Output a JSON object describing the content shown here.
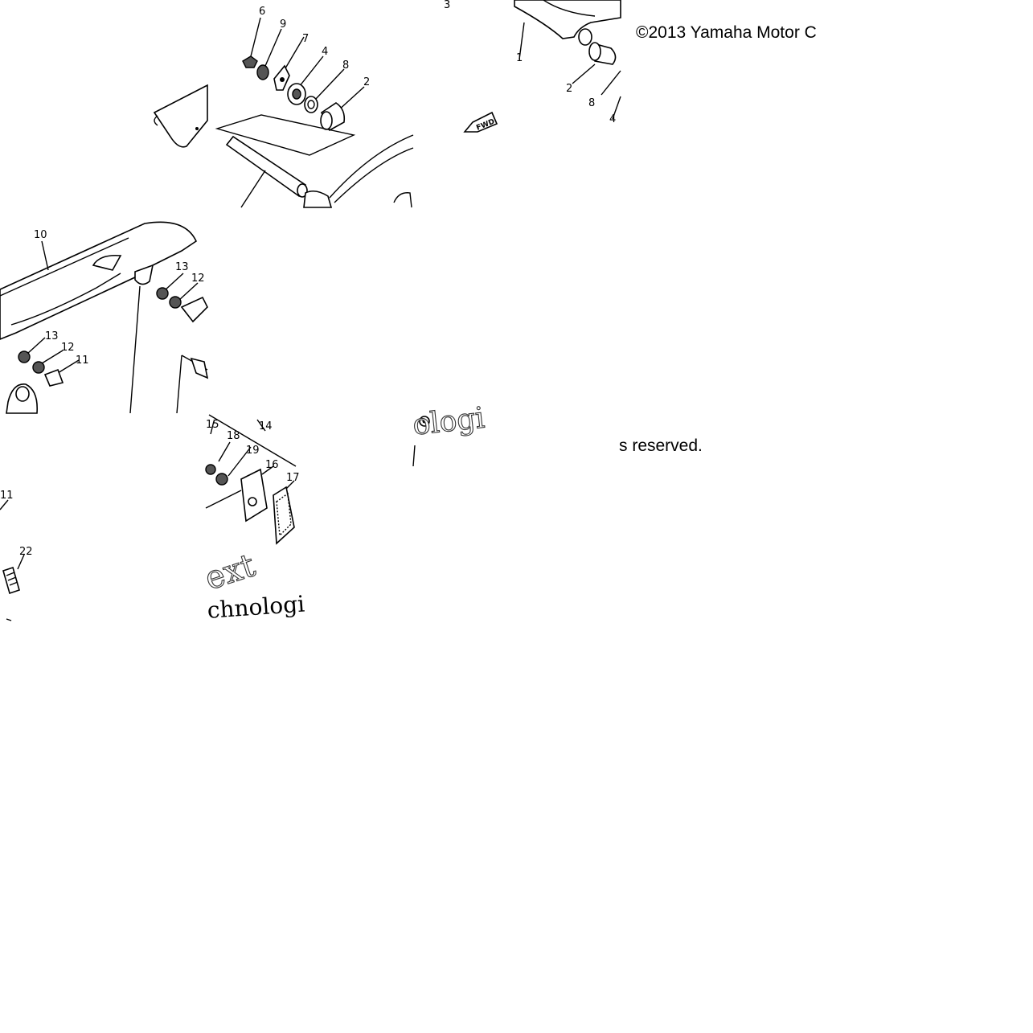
{
  "copyright": {
    "top": "©2013 Yamaha Motor C",
    "bottom": "s reserved."
  },
  "callouts": {
    "tile_a": [
      "6",
      "9",
      "7",
      "4",
      "8",
      "2"
    ],
    "tile_b": [
      "3",
      "1",
      "2",
      "8",
      "4"
    ],
    "fwd_label": "FWD",
    "tile_c": [
      "10",
      "13",
      "12",
      "13",
      "12",
      "11"
    ],
    "tile_e": [
      "15",
      "18",
      "19",
      "14",
      "16",
      "17"
    ],
    "tile_f": [
      "11",
      "22"
    ]
  },
  "watermark": {
    "tile_d": "ologi",
    "tile_e_1": "ext",
    "tile_e_2": "chnologi"
  }
}
